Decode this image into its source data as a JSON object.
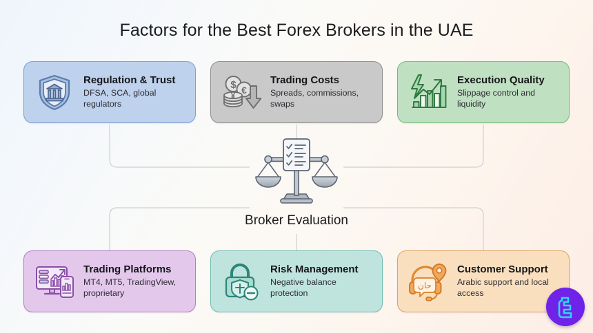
{
  "title": "Factors for the Best Forex Brokers in the UAE",
  "center": {
    "label": "Broker Evaluation",
    "icon": "balance-scale-checklist-icon"
  },
  "brand": {
    "name": "brand-logo-badge",
    "circle_color": "#6f22e8",
    "mark_color": "#2ad8f5"
  },
  "colors": {
    "bg_start": "#eef5fb",
    "bg_end": "#fdeee6",
    "title_text": "#1d1d1f"
  },
  "cards": [
    {
      "id": "regulation",
      "icon": "shield-bank-icon",
      "heading": "Regulation & Trust",
      "subtext": "DFSA, SCA, global regulators",
      "fill": "#bed1ed",
      "border": "#7d9fd2",
      "position": "top-left"
    },
    {
      "id": "trading-costs",
      "icon": "coins-down-arrow-icon",
      "heading": "Trading Costs",
      "subtext": "Spreads, commissions, swaps",
      "fill": "#c9c9c9",
      "border": "#8e8e8e",
      "position": "top-center"
    },
    {
      "id": "execution",
      "icon": "lightning-bar-chart-icon",
      "heading": "Execution Quality",
      "subtext": "Slippage control and liquidity",
      "fill": "#c0e0c2",
      "border": "#77b97d",
      "position": "top-right"
    },
    {
      "id": "platforms",
      "icon": "monitor-phone-chart-icon",
      "heading": "Trading Platforms",
      "subtext": "MT4, MT5, TradingView, proprietary",
      "fill": "#e3c8ec",
      "border": "#b07fc6",
      "position": "bottom-left"
    },
    {
      "id": "risk",
      "icon": "padlock-shield-minus-icon",
      "heading": "Risk Management",
      "subtext": "Negative balance protection",
      "fill": "#bfe4de",
      "border": "#6fbcb0",
      "position": "bottom-center"
    },
    {
      "id": "support",
      "icon": "headset-arabic-bubble-pin-icon",
      "heading": "Customer Support",
      "subtext": "Arabic support and local access",
      "fill": "#fadfbf",
      "border": "#e2a15c",
      "position": "bottom-right"
    }
  ]
}
